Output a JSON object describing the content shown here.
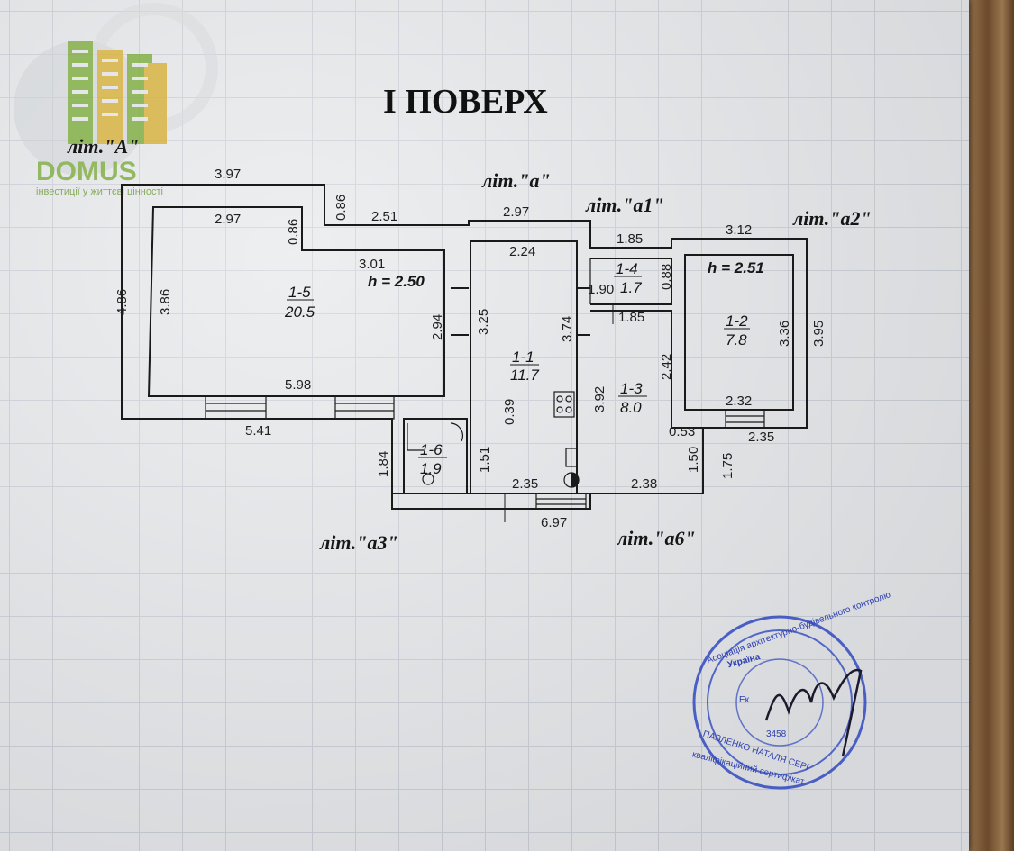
{
  "title": "I ПОВЕРХ",
  "logo": {
    "name": "DOMUS",
    "tagline": "інвестиції у життєві цінності",
    "accent": "#7fae3e",
    "accent2": "#d9b23a"
  },
  "letters": {
    "A": "літ.\"А\"",
    "a": "літ.\"а\"",
    "a1": "літ.\"а1\"",
    "a2": "літ.\"а2\"",
    "a3": "літ.\"а3\"",
    "a6": "літ.\"а6\""
  },
  "rooms": [
    {
      "id": "1-5",
      "area": "20.5"
    },
    {
      "id": "1-1",
      "area": "11.7"
    },
    {
      "id": "1-4",
      "area": "1.7"
    },
    {
      "id": "1-2",
      "area": "7.8"
    },
    {
      "id": "1-3",
      "area": "8.0"
    },
    {
      "id": "1-6",
      "area": "1.9"
    }
  ],
  "heights": {
    "h1": "h = 2.50",
    "h2": "h = 2.51"
  },
  "dims": {
    "d397": "3.97",
    "d086a": "0.86",
    "d251": "2.51",
    "d297a": "2.97",
    "d297b": "2.97",
    "d086b": "0.86",
    "d301": "3.01",
    "d224": "2.24",
    "d185a": "1.85",
    "d312": "3.12",
    "d486": "4.86",
    "d386": "3.86",
    "d294": "2.94",
    "d325": "3.25",
    "d374": "3.74",
    "d190": "1.90",
    "d088": "0.88",
    "d185b": "1.85",
    "d336": "3.36",
    "d395": "3.95",
    "d598": "5.98",
    "d039": "0.39",
    "d392": "3.92",
    "d242": "2.42",
    "d232": "2.32",
    "d541": "5.41",
    "d053": "0.53",
    "d235a": "2.35",
    "d184": "1.84",
    "d151": "1.51",
    "d150": "1.50",
    "d175": "1.75",
    "d235b": "2.35",
    "d238": "2.38",
    "d697": "6.97"
  },
  "stamp": {
    "country": "Україна",
    "holder": "ПАВЛЕНКО НАТАЛЯ СЕРГ",
    "city": "Ек",
    "reg": "3458",
    "ring1": "Асоціація архітектурно-будівельного контролю",
    "ring2": "кваліфікаційний сертифікат"
  }
}
